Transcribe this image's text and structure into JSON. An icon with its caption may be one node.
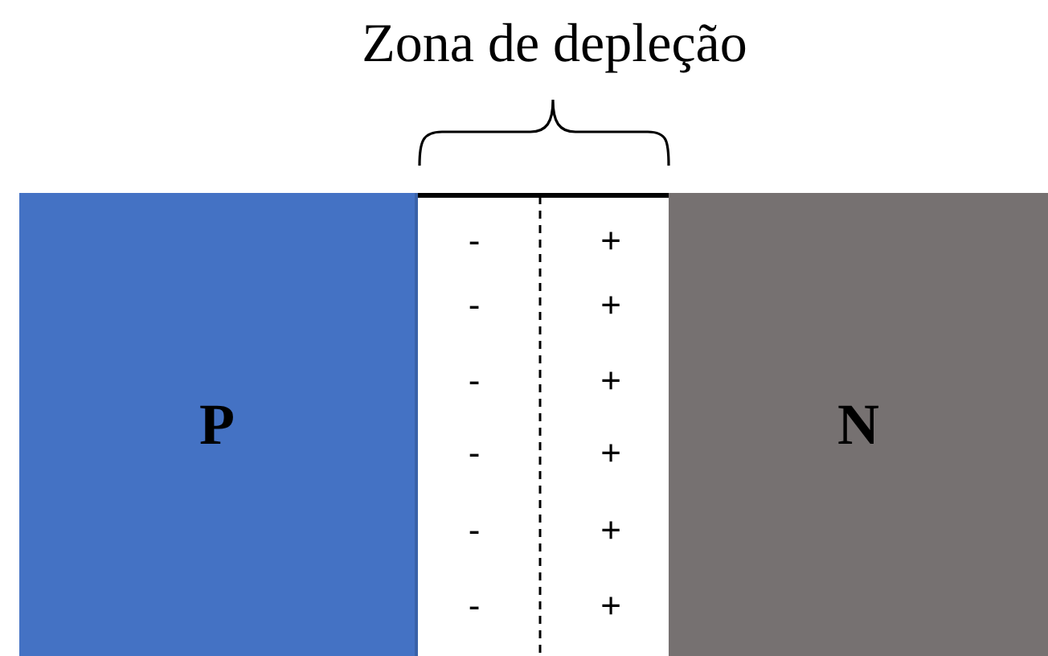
{
  "diagram": {
    "title": "Zona de depleção",
    "nodes": [
      {
        "text": [
          "P"
        ]
      },
      {
        "text": [],
        "shape": "box"
      },
      {
        "text": [
          "N"
        ]
      }
    ],
    "labels": [
      "-",
      "+",
      "-",
      "+",
      "-",
      "+",
      "-",
      "+",
      "-",
      "+",
      "-",
      "+"
    ]
  }
}
